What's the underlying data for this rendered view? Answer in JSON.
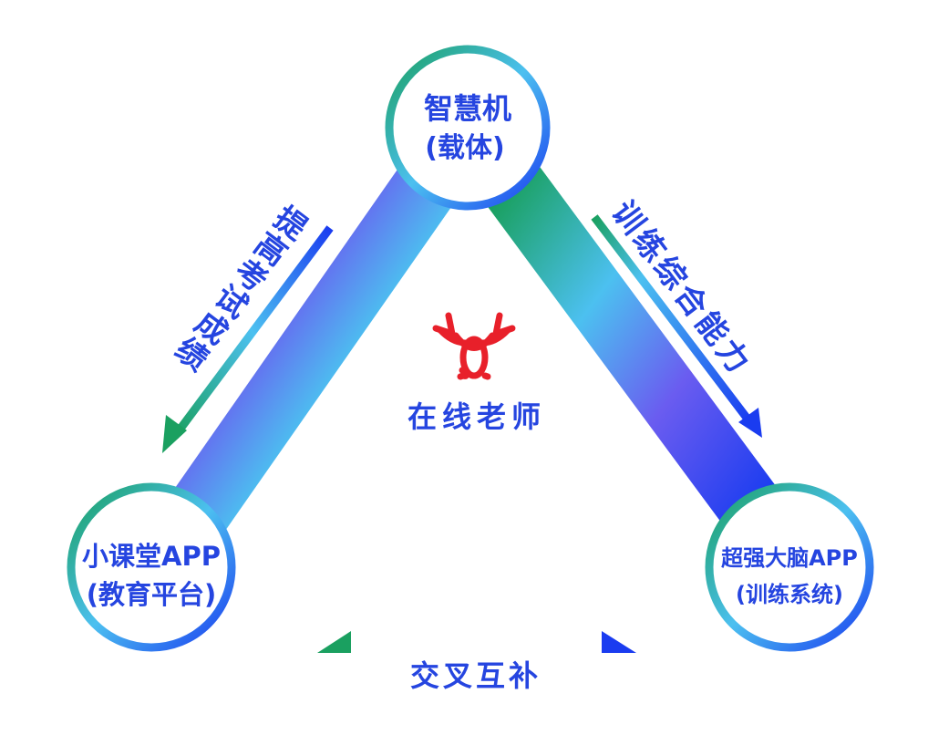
{
  "nodes": {
    "top": {
      "line1": "智慧机",
      "line2": "(载体)"
    },
    "left": {
      "line1": "小课堂APP",
      "line2": "(教育平台)"
    },
    "right": {
      "line1": "超强大脑APP",
      "line2": "(训练系统)"
    }
  },
  "center": {
    "label": "在线老师",
    "logo": "three-ring-logo"
  },
  "arrows": {
    "left": "提高考试成绩",
    "right": "训练综合能力",
    "bottom": "交叉互补"
  },
  "colors": {
    "text": "#2545e0",
    "blue": "#1a3cf0",
    "green": "#1aa060",
    "cyan": "#4cc0f0",
    "purple": "#7a5cf0",
    "logo": "#e8202a"
  }
}
